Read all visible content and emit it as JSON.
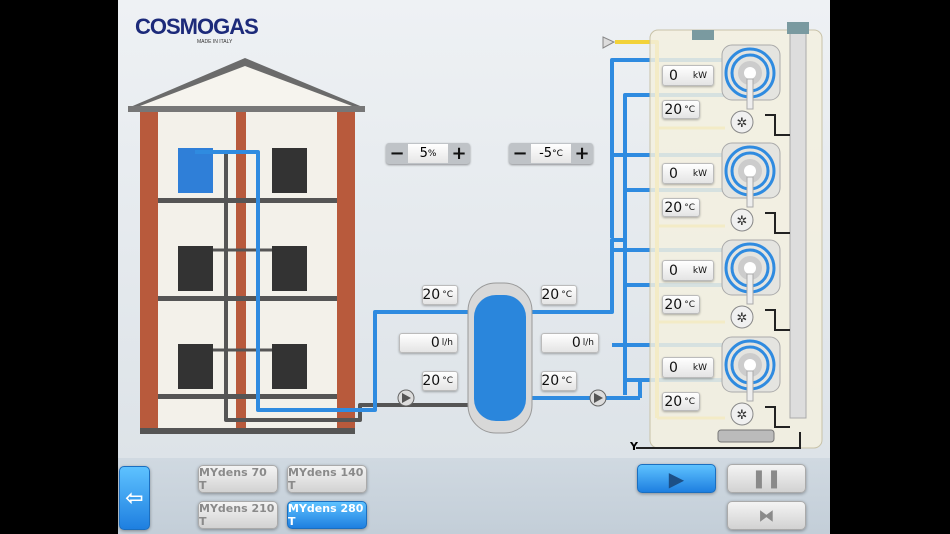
{
  "logo": {
    "brand": "COSMOGAS",
    "tagline": "MADE IN ITALY"
  },
  "controls": {
    "percent": {
      "minus": "−",
      "value": "5",
      "unit": "%",
      "plus": "+"
    },
    "temp_offset": {
      "minus": "−",
      "value": "-5",
      "unit": "°C",
      "plus": "+"
    }
  },
  "circuit": {
    "left_supply_temp": "20",
    "left_return_temp": "20",
    "left_flow": "0",
    "right_supply_temp": "20",
    "right_return_temp": "20",
    "right_flow": "0",
    "temp_unit": "°C",
    "flow_unit": "l/h"
  },
  "modules": [
    {
      "power": "0",
      "power_unit": "kW",
      "temp": "20",
      "temp_unit": "°C"
    },
    {
      "power": "0",
      "power_unit": "kW",
      "temp": "20",
      "temp_unit": "°C"
    },
    {
      "power": "0",
      "power_unit": "kW",
      "temp": "20",
      "temp_unit": "°C"
    },
    {
      "power": "0",
      "power_unit": "kW",
      "temp": "20",
      "temp_unit": "°C"
    }
  ],
  "drain_label": "Y",
  "models": [
    {
      "label": "MYdens 70 T"
    },
    {
      "label": "MYdens 140 T"
    },
    {
      "label": "MYdens 210 T"
    },
    {
      "label": "MYdens 280 T"
    }
  ],
  "colors": {
    "pipe_blue": "#2f8be0",
    "gas_yellow": "#f2d23a",
    "selected": "#1e7fe0"
  }
}
